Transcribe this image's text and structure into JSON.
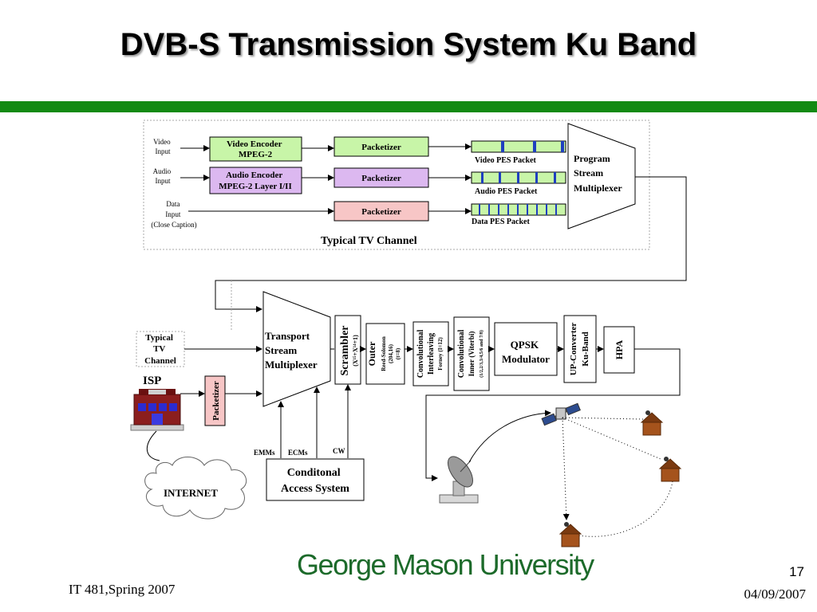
{
  "slide": {
    "title": "DVB-S Transmission System Ku Band",
    "footer_left": "IT 481,Spring 2007",
    "page_number": "17",
    "date": "04/09/2007",
    "university": "George Mason University",
    "accent_color": "#138a13"
  },
  "diagram": {
    "channel_label": "Typical TV Channel",
    "inputs": {
      "video": [
        "Video",
        "Input"
      ],
      "audio": [
        "Audio",
        "Input"
      ],
      "data": [
        "Data",
        "Input",
        "(Close Caption)"
      ]
    },
    "video_encoder": [
      "Video Encoder",
      "MPEG-2"
    ],
    "audio_encoder": [
      "Audio Encoder",
      "MPEG-2 Layer I/II"
    ],
    "packetizer": "Packetizer",
    "video_pes": "Video PES Packet",
    "audio_pes": "Audio PES Packet",
    "data_pes": "Data PES Packet",
    "program_mux": [
      "Program",
      "Stream",
      "Multiplexer"
    ],
    "typical_tv_channel": [
      "Typical",
      "TV",
      "Channel"
    ],
    "isp": "ISP",
    "internet": "INTERNET",
    "transport_mux": [
      "Transport",
      "Stream",
      "Multiplexer"
    ],
    "scrambler": "Scrambler",
    "scrambler_poly": "(X¹⁵+X¹⁴+1)",
    "outer": [
      "Outer",
      "Reed-Solomon",
      "(204,16)",
      "(t=8)"
    ],
    "interleaving": [
      "Convolutional",
      "Interleaving",
      "Forney (I=12)"
    ],
    "inner": [
      "Convolutional",
      "Inner (Viterbi)",
      "(1/2,2/3,3/4,5/6 and 7/8)"
    ],
    "qpsk": [
      "QPSK",
      "Modulator"
    ],
    "upconverter": [
      "UP-Converter",
      "Ku-Band"
    ],
    "hpa": "HPA",
    "emms": "EMMs",
    "ecms": "ECMs",
    "cw": "CW",
    "cas": [
      "Conditonal",
      "Access System"
    ],
    "colors": {
      "video_encoder": "#c8f5a8",
      "audio_encoder": "#dcb8f0",
      "packetizer_video": "#c8f5a8",
      "packetizer_audio": "#dcb8f0",
      "packetizer_data": "#f7c6c6",
      "pes_fill": "#c8f5a8"
    }
  }
}
